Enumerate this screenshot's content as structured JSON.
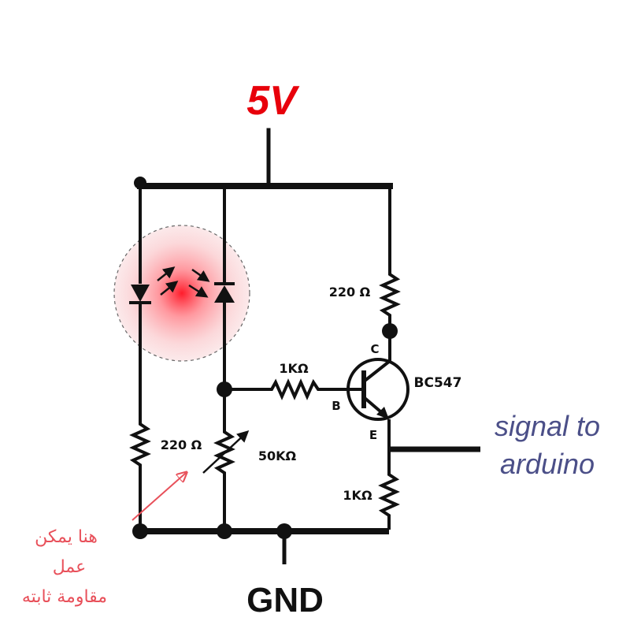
{
  "supply": {
    "label": "5V",
    "color": "#e8000b"
  },
  "ground": {
    "label": "GND"
  },
  "transistor": {
    "part": "BC547",
    "collector": "C",
    "base": "B",
    "emitter": "E"
  },
  "components": {
    "r_collector": "220 Ω",
    "r_base": "1KΩ",
    "r_led": "220 Ω",
    "r_pot": "50KΩ",
    "r_emitter": "1KΩ"
  },
  "output": {
    "line1": "signal to",
    "line2": "arduino",
    "color": "#4b4f88"
  },
  "note": {
    "line1": "هنا يمكن",
    "line2": "عمل",
    "line3": "مقاومة ثابته",
    "color": "#e8505a"
  },
  "icons": [
    "led-icon",
    "photodiode-icon",
    "light-glow-icon",
    "arrow-icon",
    "npn-transistor-icon",
    "resistor-icon",
    "potentiometer-icon"
  ]
}
